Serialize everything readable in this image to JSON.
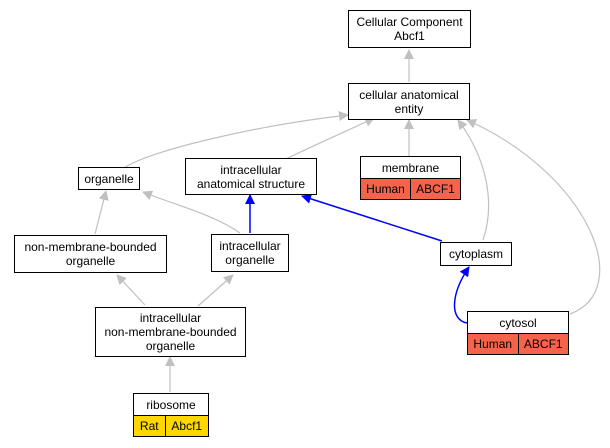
{
  "colors": {
    "grey_edge": "#c0c0c0",
    "blue_edge": "#0000ff",
    "human_fill": "#f4634a",
    "rat_fill": "#ffd700"
  },
  "nodes": {
    "root": "Cellular Component\nAbcf1",
    "cae": "cellular anatomical\nentity",
    "organelle": "organelle",
    "ias": "intracellular\nanatomical structure",
    "membrane": "membrane",
    "nmbo": "non-membrane-bounded\norganelle",
    "io": "intracellular\norganelle",
    "cytoplasm": "cytoplasm",
    "cytosol": "cytosol",
    "inmbo": "intracellular\nnon-membrane-bounded\norganelle",
    "ribosome": "ribosome"
  },
  "annotations": {
    "membrane": [
      "Human",
      "ABCF1"
    ],
    "cytosol": [
      "Human",
      "ABCF1"
    ],
    "ribosome": [
      "Rat",
      "Abcf1"
    ]
  }
}
